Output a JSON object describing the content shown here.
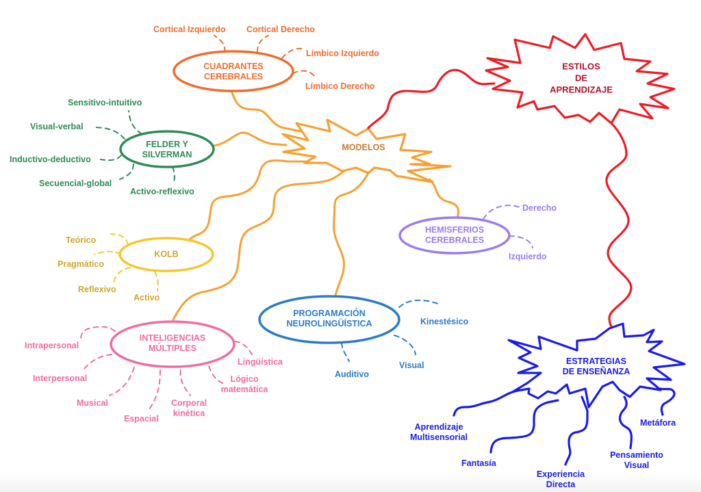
{
  "colors": {
    "orange_dark": "#f26b2a",
    "orange_line": "#f7a030",
    "modelos_text": "#c8782e",
    "red": "#ee1b24",
    "red_text": "#b0122a",
    "green": "#2e8b57",
    "yellow": "#f5c72a",
    "yellow_text": "#cfa62a",
    "purple": "#9b7bef",
    "pink": "#f06ba2",
    "blue_pnl": "#2b7bcc",
    "blue_est": "#1a1aee"
  },
  "root": {
    "line1": "ESTILOS",
    "line2": "DE",
    "line3": "APRENDIZAJE"
  },
  "modelos": {
    "label": "MODELOS"
  },
  "cuadrantes": {
    "line1": "CUADRANTES",
    "line2": "CEREBRALES",
    "items": [
      "Cortical Izquierdo",
      "Cortical Derecho",
      "Límbico Izquierdo",
      "Límbico Derecho"
    ]
  },
  "felder": {
    "line1": "FELDER Y",
    "line2": "SILVERMAN",
    "items": [
      "Sensitivo-intuitivo",
      "Visual-verbal",
      "Inductivo-deductivo",
      "Secuencial-global",
      "Activo-reflexivo"
    ]
  },
  "kolb": {
    "label": "KOLB",
    "items": [
      "Teórico",
      "Pragmático",
      "Reflexivo",
      "Activo"
    ]
  },
  "hemisferios": {
    "line1": "HEMISFERIOS",
    "line2": "CEREBRALES",
    "items": [
      "Derecho",
      "Izquierdo"
    ]
  },
  "pnl": {
    "line1": "PROGRAMACIÓN",
    "line2": "NEUROLINGÜÍSTICA",
    "items": [
      "Kinestésico",
      "Visual",
      "Auditivo"
    ]
  },
  "inteligencias": {
    "line1": "INTELIGENCIAS",
    "line2": "MÚLTIPLES",
    "items": [
      "Intrapersonal",
      "Interpersonal",
      "Musical",
      "Espacial",
      "Corporal",
      "kinética",
      "Lógico",
      "matemática",
      "Lingüística"
    ]
  },
  "estrategias": {
    "line1": "ESTRATEGIAS",
    "line2": "DE ENSEÑANZA",
    "items": [
      "Aprendizaje",
      "Multisensorial",
      "Fantasía",
      "Experiencia",
      "Directa",
      "Pensamiento",
      "Visual",
      "Metáfora"
    ]
  }
}
